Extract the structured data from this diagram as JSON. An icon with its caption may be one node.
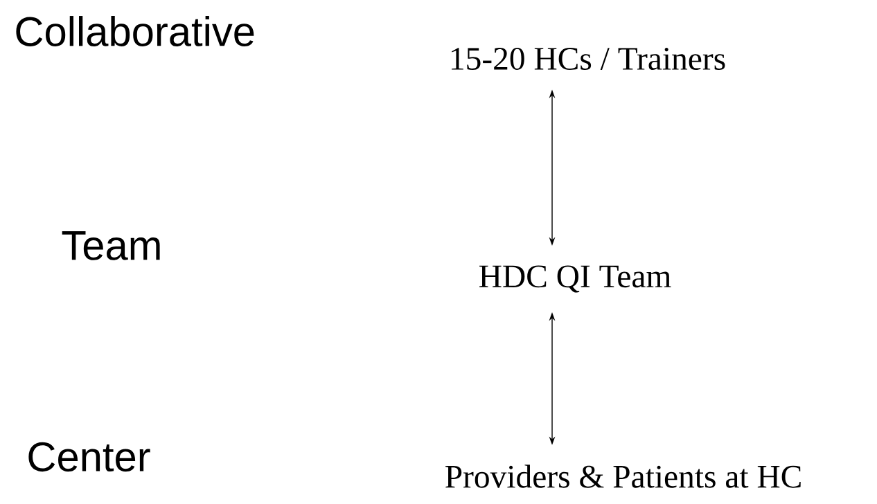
{
  "diagram": {
    "nodes": [
      {
        "text": [
          "15-20 HCs / Trainers"
        ]
      },
      {
        "text": [
          "HDC QI Team"
        ]
      },
      {
        "text": [
          "Providers & Patients at HC"
        ]
      }
    ],
    "edges": [
      {
        "from": 0,
        "to": 1,
        "arrow": "both"
      },
      {
        "from": 1,
        "to": 2,
        "arrow": "both"
      }
    ],
    "labels": [
      "Collaborative",
      "Team",
      "Center"
    ]
  }
}
